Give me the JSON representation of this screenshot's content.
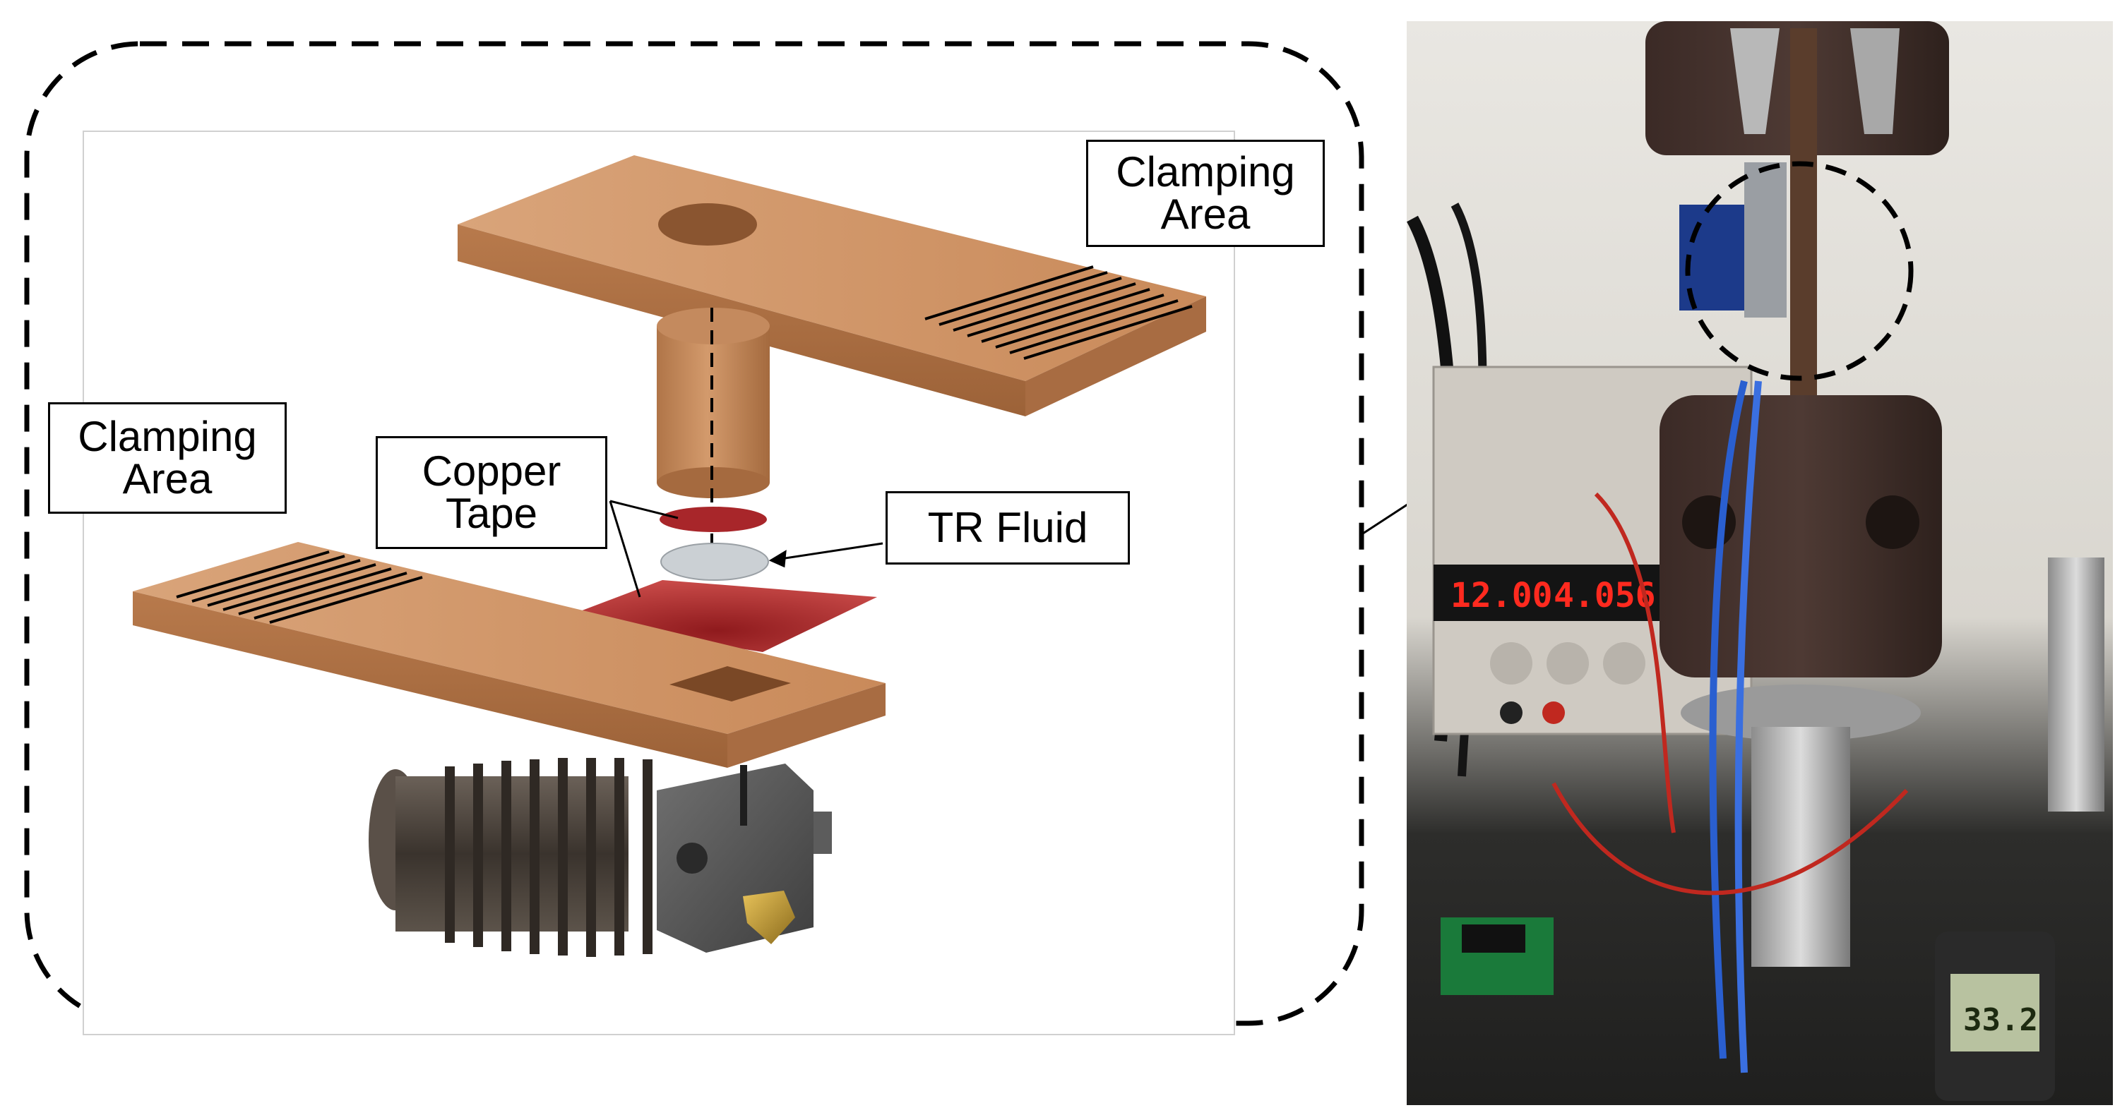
{
  "figure": {
    "labels": {
      "clamping_area_top": [
        "Clamping",
        "Area"
      ],
      "clamping_area_left": [
        "Clamping",
        "Area"
      ],
      "copper_tape": [
        "Copper",
        "Tape"
      ],
      "tr_fluid": "TR Fluid"
    },
    "photo": {
      "psu_voltage": "12.00",
      "psu_current": "4.056",
      "thermometer_reading": "33.2"
    }
  },
  "colors": {
    "wood": "#c98a5a",
    "wood_dark": "#9c6238",
    "copper": "#b3262a",
    "fluid_disc": "#c8ccd0",
    "heatsink": "#4a4038",
    "frame_dash": "#000000"
  }
}
